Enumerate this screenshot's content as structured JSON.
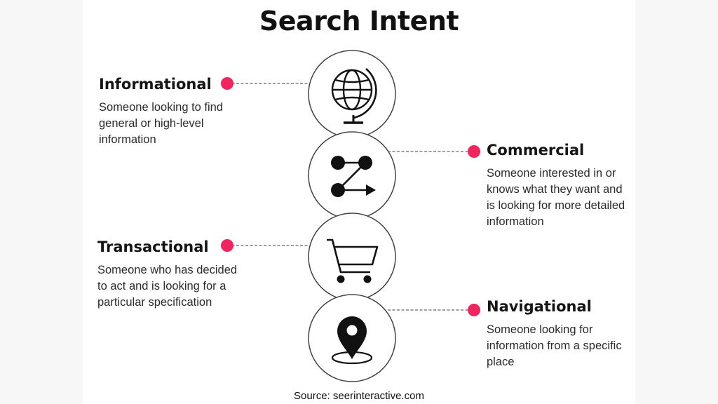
{
  "title": "Search Intent",
  "accent_color": "#f0245e",
  "intents": [
    {
      "heading": "Informational",
      "description": "Someone looking to find general or high-level information",
      "icon": "globe-icon"
    },
    {
      "heading": "Commercial",
      "description": "Someone interested in or knows what they want and is looking for more detailed information",
      "icon": "path-arrow-icon"
    },
    {
      "heading": "Transactional",
      "description": "Someone who has decided to act and is looking for a particular specification",
      "icon": "shopping-cart-icon"
    },
    {
      "heading": "Navigational",
      "description": "Someone looking for information from a specific place",
      "icon": "location-pin-icon"
    }
  ],
  "source": "Source: seerinteractive.com"
}
